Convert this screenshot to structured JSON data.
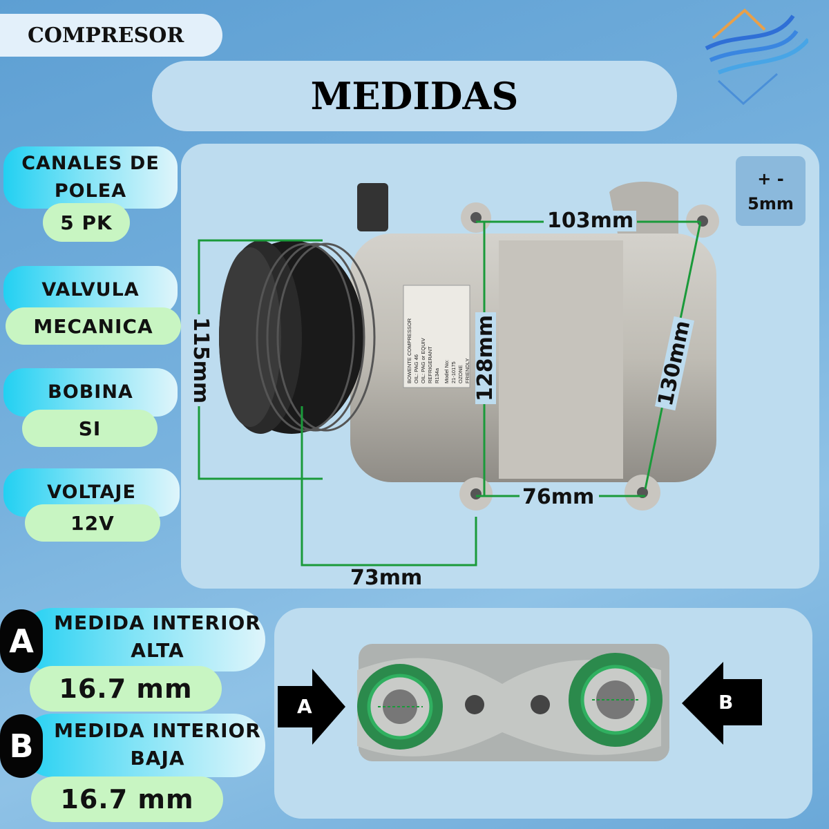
{
  "header": {
    "category": "COMPRESOR",
    "title": "MEDIDAS"
  },
  "specs": [
    {
      "label": "CANALES DE POLEA",
      "value": "5 PK"
    },
    {
      "label": "VALVULA",
      "value": "MECANICA"
    },
    {
      "label": "BOBINA",
      "value": "SI"
    },
    {
      "label": "VOLTAJE",
      "value": "12V"
    }
  ],
  "tolerance": {
    "sign": "+ -",
    "value": "5mm"
  },
  "dimensions": {
    "pulley_height": "115mm",
    "top_width": "103mm",
    "front_height": "128mm",
    "rear_height": "130mm",
    "bottom_width": "76mm",
    "pulley_offset": "73mm"
  },
  "product_label": {
    "brand": "BOWENTE",
    "type": "COMPRESSOR",
    "model_label": "Model No:",
    "model": "21-10175",
    "oil1": "OIL: PAG 46",
    "oil2": "OIL: PAG or EQUIV",
    "refrigerant": "REFRIGERANT",
    "refrigerant_type": "R134a",
    "ozone": "OZONE",
    "friendly": "FRIENDLY"
  },
  "ports": [
    {
      "letter": "A",
      "label_line1": "MEDIDA INTERIOR",
      "label_line2": "ALTA",
      "value": "16.7 mm"
    },
    {
      "letter": "B",
      "label_line1": "MEDIDA INTERIOR",
      "label_line2": "BAJA",
      "value": "16.7 mm"
    }
  ],
  "colors": {
    "dimension_line": "#1a9a3a",
    "value_pill": "#c8f5c2"
  }
}
